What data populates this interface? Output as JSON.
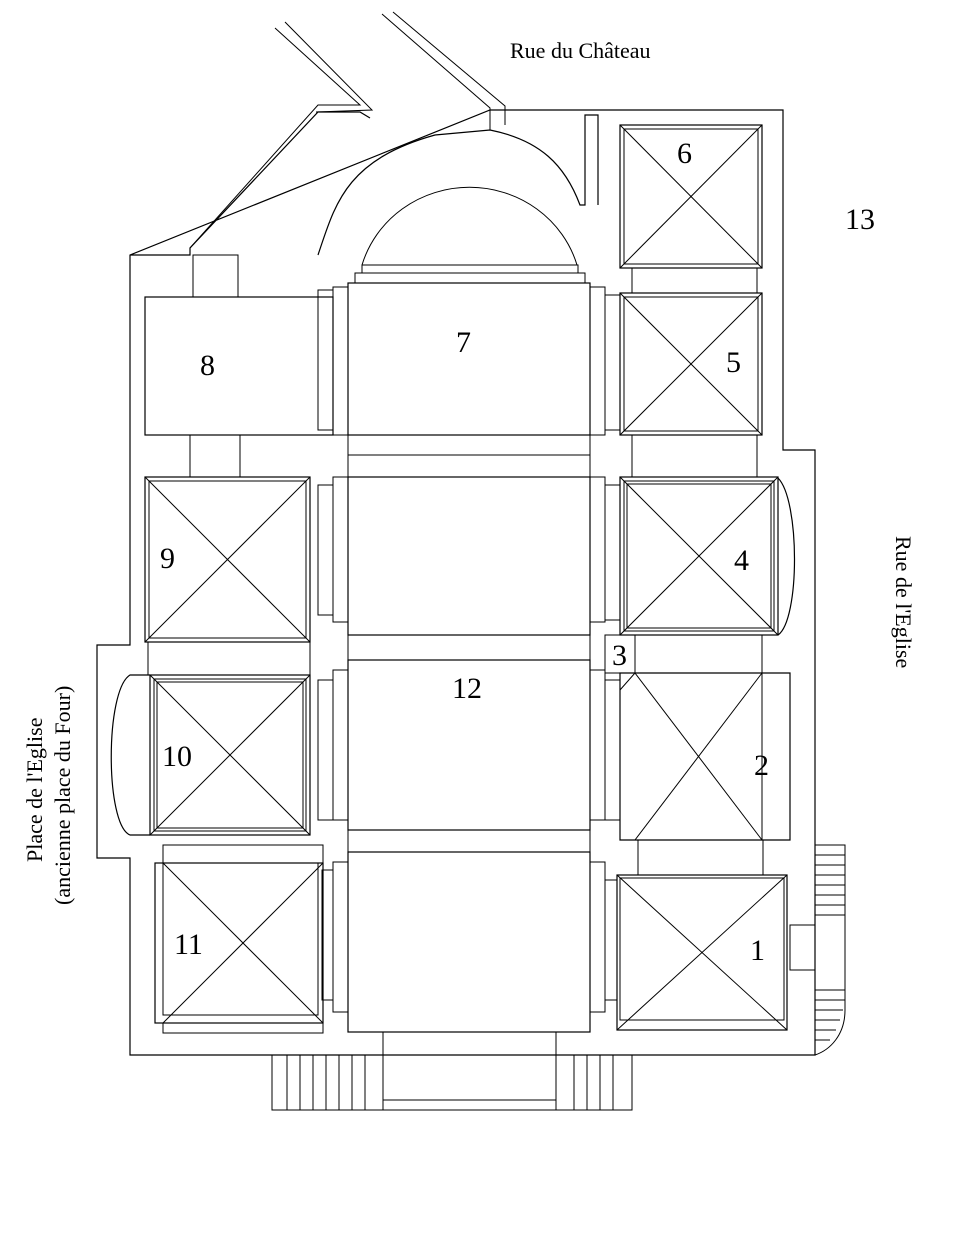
{
  "streets": {
    "rue_chateau": "Rue du Château",
    "rue_eglise": "Rue de l'Eglise",
    "place_line1": "Place de l'Eglise",
    "place_line2": "(ancienne place du Four)"
  },
  "labels": {
    "n1": "1",
    "n2": "2",
    "n3": "3",
    "n4": "4",
    "n5": "5",
    "n6": "6",
    "n7": "7",
    "n8": "8",
    "n9": "9",
    "n10": "10",
    "n11": "11",
    "n12": "12",
    "n13": "13"
  },
  "colors": {
    "line": "#000000",
    "background": "#ffffff"
  }
}
